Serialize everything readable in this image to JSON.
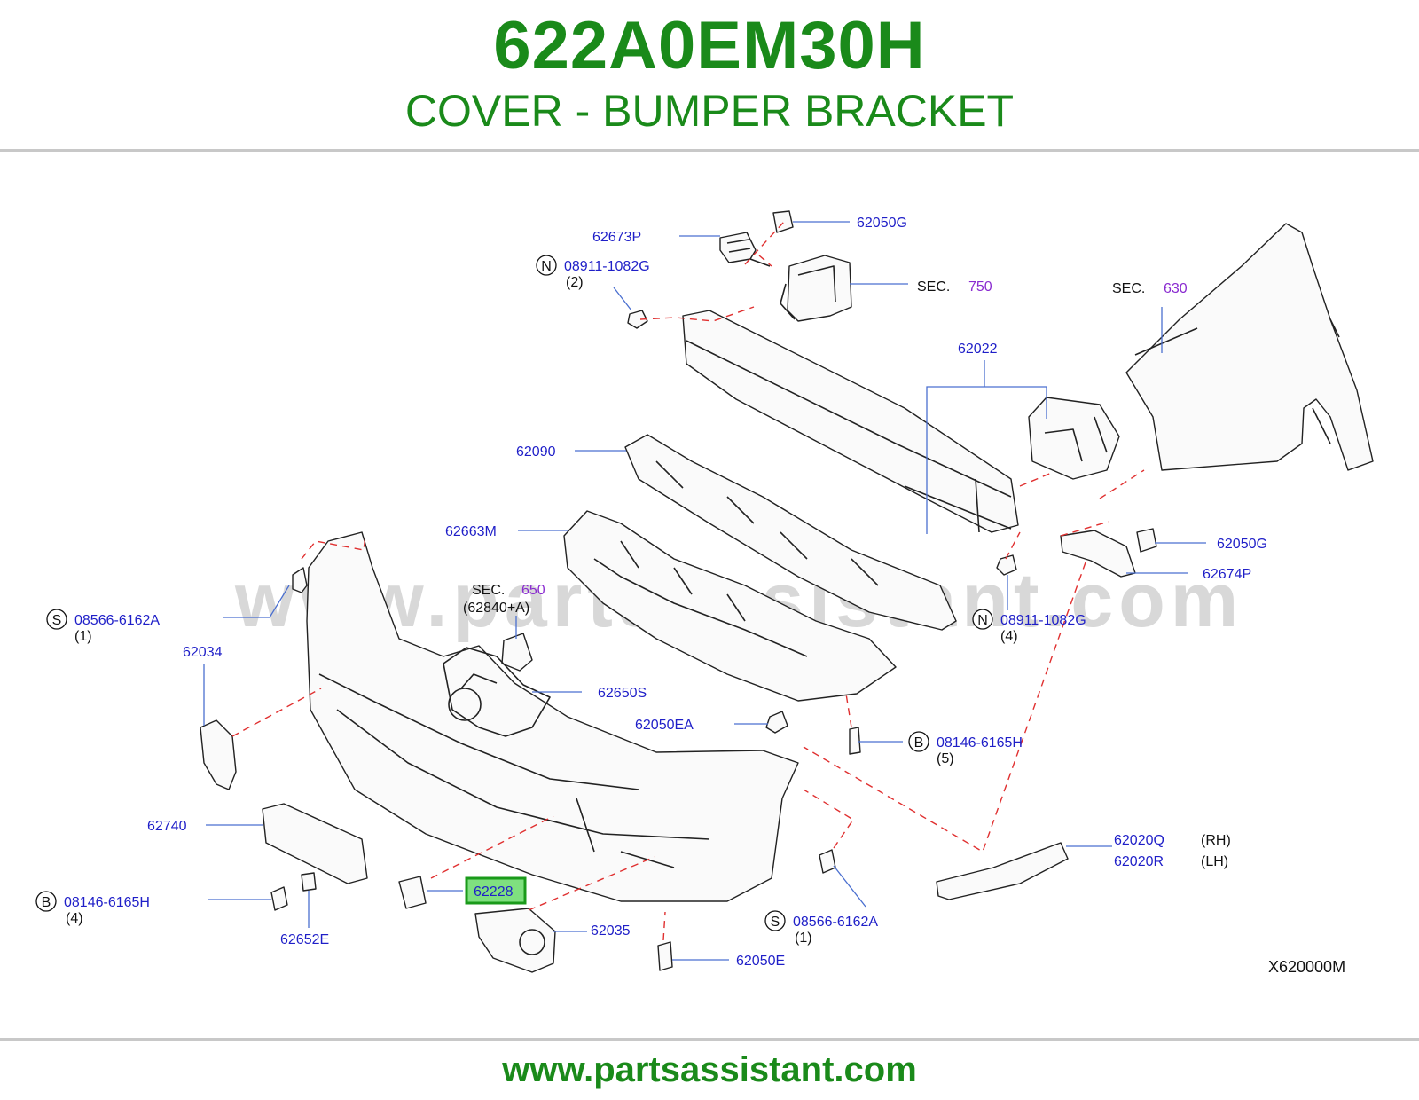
{
  "header": {
    "part_number": "622A0EM30H",
    "part_name": "COVER - BUMPER BRACKET"
  },
  "footer": {
    "url": "www.partsassistant.com"
  },
  "watermark": "www.partsassistant.com",
  "diagram_code": "X620000M",
  "colors": {
    "brand_green": "#1a8a1a",
    "part_link": "#1f1fc8",
    "section_link": "#8a2bd0",
    "leader": "#4a6fd0",
    "dashed": "#e03030",
    "highlight": "#7fe07f"
  },
  "callouts": {
    "p62673P": "62673P",
    "p62050G_top": "62050G",
    "n08911_top": "08911-1082G",
    "n08911_top_qty": "(2)",
    "sec750_prefix": "SEC.",
    "sec750_num": "750",
    "sec630_prefix": "SEC.",
    "sec630_num": "630",
    "p62022": "62022",
    "p62090": "62090",
    "p62663M": "62663M",
    "p62050G_right": "62050G",
    "p62674P": "62674P",
    "sec650_prefix": "SEC.",
    "sec650_num": "650",
    "sec650_sub": "(62840+A)",
    "s08566_left": "08566-6162A",
    "s08566_left_qty": "(1)",
    "n08911_right": "08911-1082G",
    "n08911_right_qty": "(4)",
    "p62034": "62034",
    "p62650S": "62650S",
    "p62050EA": "62050EA",
    "b08146_right": "08146-6165H",
    "b08146_right_qty": "(5)",
    "p62740": "62740",
    "p62020Q": "62020Q",
    "p62020Q_side": "(RH)",
    "p62020R": "62020R",
    "p62020R_side": "(LH)",
    "b08146_left": "08146-6165H",
    "b08146_left_qty": "(4)",
    "p62228": "62228",
    "p62035": "62035",
    "p62652E": "62652E",
    "s08566_bottom": "08566-6162A",
    "s08566_bottom_qty": "(1)",
    "p62050E": "62050E"
  },
  "circle_letters": {
    "S": "S",
    "N": "N",
    "B": "B"
  }
}
